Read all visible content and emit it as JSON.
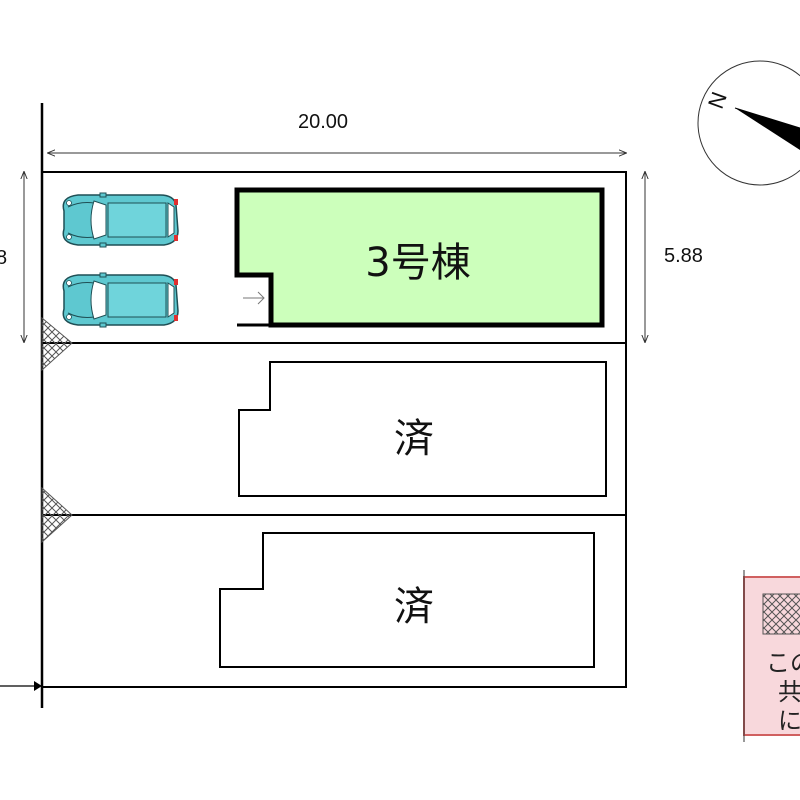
{
  "plan": {
    "width_label": "20.00",
    "depth_label_right": "5.88",
    "depth_label_left_partial": "8",
    "lots": [
      {
        "label": "3号棟",
        "status": "for-sale",
        "fill": "#ccffbb"
      },
      {
        "label": "済",
        "status": "sold"
      },
      {
        "label": "済",
        "status": "sold"
      }
    ],
    "compass": {
      "north_letter": "N"
    },
    "parking": {
      "car_count": 2,
      "car_color": "#5ec8d0"
    },
    "legend": {
      "lines": [
        "この",
        "共",
        "に"
      ],
      "background": "#f8d8dc",
      "border": "#d06060"
    },
    "colors": {
      "line": "#000000",
      "lot3": "#ccffbb"
    }
  }
}
